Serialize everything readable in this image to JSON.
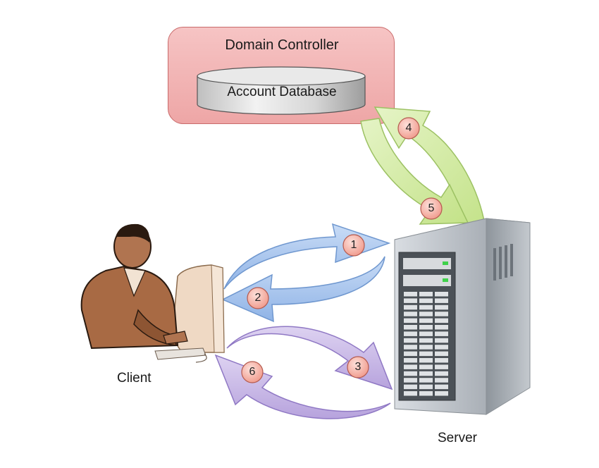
{
  "domain_controller": {
    "title": "Domain Controller",
    "database_label": "Account Database"
  },
  "client": {
    "label": "Client"
  },
  "server": {
    "label": "Server"
  },
  "steps": [
    "1",
    "2",
    "3",
    "4",
    "5",
    "6"
  ],
  "colors": {
    "domain_controller_fill": "#f2b4b4",
    "blue_arrow": "#a9c8ef",
    "purple_arrow": "#c8b8e6",
    "green_arrow": "#d3eba6",
    "badge_fill": "#f7b7ad"
  }
}
